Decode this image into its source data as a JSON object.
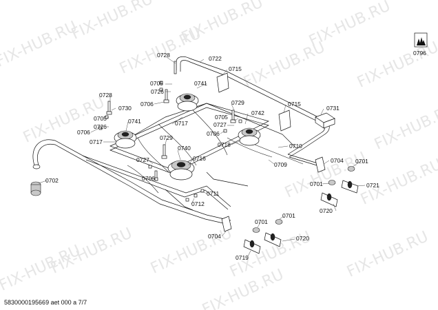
{
  "watermark_text": "FIX-HUB.RU",
  "footer_text": "5830000195669 aet 000 a 7/7",
  "part_labels": {
    "p0796": "0796",
    "p0728a": "0728",
    "p0722": "0722",
    "p0705a": "0705",
    "p0715a": "0715",
    "p0741a": "0741",
    "p0726a": "0726",
    "p0706a": "0706",
    "p0728b": "0728",
    "p0730": "0730",
    "p0729a": "0729",
    "p0742": "0742",
    "p0715b": "0715",
    "p0731": "0731",
    "p0705b": "0705",
    "p0727a": "0727",
    "p0726b": "0726",
    "p0741b": "0741",
    "p0706b": "0706",
    "p0717a": "0717",
    "p0717b": "0717",
    "p0705c": "0705",
    "p0706c": "0706",
    "p0718": "0718",
    "p0710": "0710",
    "p0729b": "0729",
    "p0740": "0740",
    "p0727b": "0727",
    "p0716": "0716",
    "p0709": "0709",
    "p0704a": "0704",
    "p0701a": "0701",
    "p0706d": "0706",
    "p0702": "0702",
    "p0701b": "0701",
    "p0721": "0721",
    "p0711": "0711",
    "p0712": "0712",
    "p0720a": "0720",
    "p0701c": "0701",
    "p0701d": "0701",
    "p0704b": "0704",
    "p0720b": "0720",
    "p0719": "0719"
  }
}
